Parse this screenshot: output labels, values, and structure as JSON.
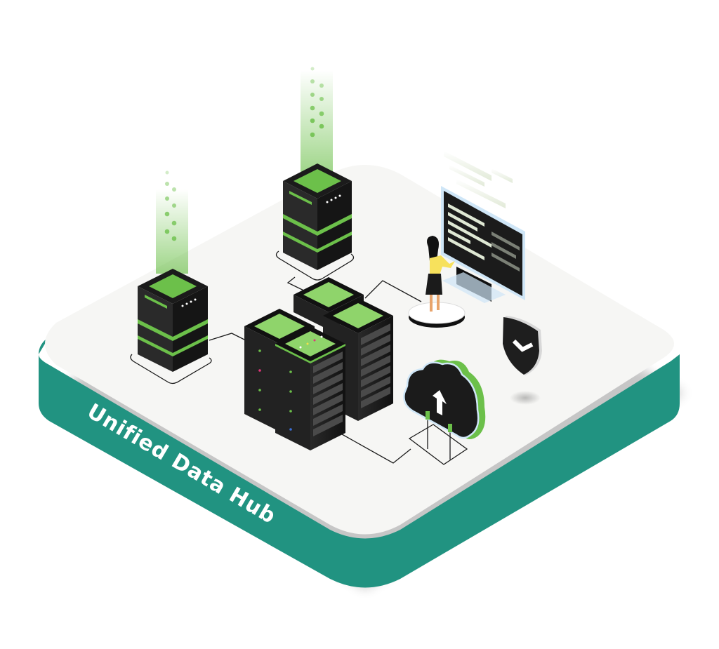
{
  "title": "Unified Data Hub",
  "colors": {
    "platform_top": "#f6f6f4",
    "platform_side": "#219381",
    "server_body": "#1b1b1b",
    "accent_green": "#6cc04a",
    "data_beam": "#7dd35a",
    "screen_code": "#dfe8d4",
    "shield": "#1e1e1e"
  },
  "components": {
    "data_towers": [
      "tower-left",
      "tower-top"
    ],
    "server_racks": [
      "rack-back",
      "rack-left",
      "rack-right",
      "rack-front"
    ],
    "operator": "woman-at-monitor",
    "monitor": "code-monitor",
    "security": "shield-check",
    "cloud": "cloud-upload"
  }
}
